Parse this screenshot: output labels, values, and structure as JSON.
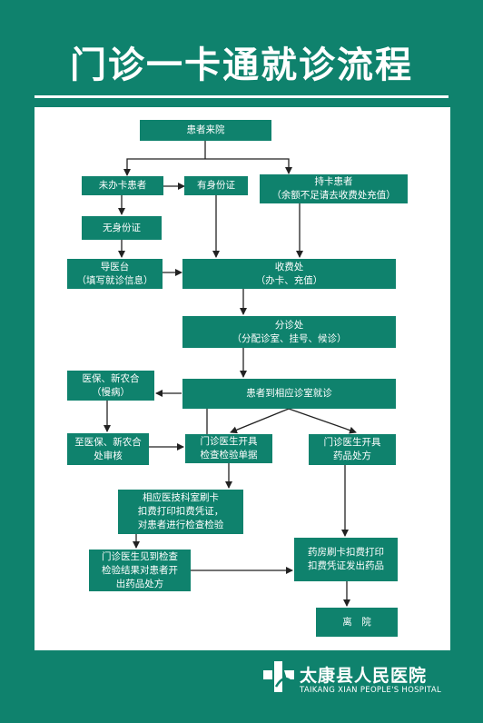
{
  "title": "门诊一卡通就诊流程",
  "nodes": {
    "patient_arrival": "患者来院",
    "no_card": "未办卡患者",
    "has_id": "有身份证",
    "card_holder": "持卡患者",
    "card_holder_note": "（余额不足请去收费处充值）",
    "no_id": "无身份证",
    "guide_desk": "导医台",
    "guide_desk_note": "（填写就诊信息）",
    "cashier": "收费处",
    "cashier_note": "（办卡、充值）",
    "triage": "分诊处",
    "triage_note": "（分配诊室、挂号、候诊）",
    "insurance_chronic_l1": "医保、新农合",
    "insurance_chronic_l2": "（慢病）",
    "consult": "患者到相应诊室就诊",
    "insurance_review_l1": "至医保、新农合",
    "insurance_review_l2": "处审核",
    "exam_order_l1": "门诊医生开具",
    "exam_order_l2": "检查检验单据",
    "prescription_l1": "门诊医生开具",
    "prescription_l2": "药品处方",
    "medtech_l1": "相应医技科室刷卡",
    "medtech_l2": "扣费打印扣费凭证，",
    "medtech_l3": "对患者进行检查检验",
    "review_results_l1": "门诊医生见到检查",
    "review_results_l2": "检验结果对患者开",
    "review_results_l3": "出药品处方",
    "pharmacy_l1": "药房刷卡扣费打印",
    "pharmacy_l2": "扣费凭证发出药品",
    "leave": "离　院"
  },
  "footer": {
    "hospital_name": "太康县人民医院",
    "hospital_name_en": "TAIKANG XIAN PEOPLE'S HOSPITAL"
  },
  "colors": {
    "background": "#0f826d",
    "panel": "#ffffff",
    "box": "#0f826d",
    "arrow": "#222222"
  }
}
